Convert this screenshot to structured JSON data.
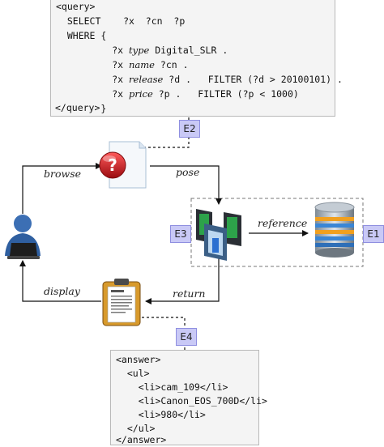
{
  "query_box": {
    "lines": [
      {
        "text": "<query>"
      },
      {
        "text": "  SELECT    ?x  ?cn  ?p"
      },
      {
        "text": "  WHERE {"
      },
      {
        "pre": "          ?x ",
        "italic": "type",
        "post": " Digital_SLR ."
      },
      {
        "pre": "          ?x ",
        "italic": "name",
        "post": " ?cn ."
      },
      {
        "pre": "          ?x ",
        "italic": "release",
        "post": " ?d .   FILTER (?d > 20100101) ."
      },
      {
        "pre": "          ?x ",
        "italic": "price",
        "post": " ?p .   FILTER (?p < 1000)"
      },
      {
        "text": "        }"
      },
      {
        "text": "</query>"
      }
    ]
  },
  "answer_box": {
    "lines": [
      {
        "text": "<answer>"
      },
      {
        "text": "  <ul>"
      },
      {
        "text": "    <li>cam_109</li>"
      },
      {
        "text": "    <li>Canon_EOS_700D</li>"
      },
      {
        "text": "    <li>980</li>"
      },
      {
        "text": "  </ul>"
      },
      {
        "text": "</answer>"
      }
    ]
  },
  "edges": {
    "browse": "browse",
    "pose": "pose",
    "reference": "reference",
    "return": "return",
    "display": "display"
  },
  "tags": {
    "e1": "E1",
    "e2": "E2",
    "e3": "E3",
    "e4": "E4"
  },
  "icons": {
    "user": "user-at-laptop-icon",
    "question": "question-document-icon",
    "servers": "server-cluster-icon",
    "database": "database-icon",
    "clipboard": "clipboard-document-icon"
  },
  "colors": {
    "tag_fill": "#c9c9f6",
    "box_fill": "#f4f4f4",
    "question_red": "#c0141b",
    "user_blue": "#2f5fa0",
    "server_green": "#2da24a"
  }
}
